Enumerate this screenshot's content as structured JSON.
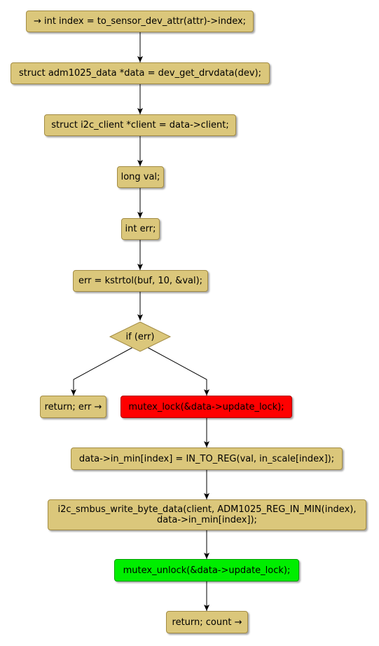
{
  "nodes": {
    "n1": "→ int index = to_sensor_dev_attr(attr)->index;",
    "n2": "struct adm1025_data *data = dev_get_drvdata(dev);",
    "n3": "struct i2c_client *client = data->client;",
    "n4": "long val;",
    "n5": "int err;",
    "n6": "err = kstrtol(buf, 10, &val);",
    "decision": "if (err)",
    "n7": "return; err →",
    "n8": "mutex_lock(&data->update_lock);",
    "n9": "data->in_min[index] = IN_TO_REG(val, in_scale[index]);",
    "n10_line1": "i2c_smbus_write_byte_data(client, ADM1025_REG_IN_MIN(index),",
    "n10_line2": "data->in_min[index]);",
    "n11": "mutex_unlock(&data->update_lock);",
    "n12": "return; count →"
  },
  "colors": {
    "node_fill": "#dbc77b",
    "node_border": "#a38c44",
    "lock_fill": "#ff0000",
    "unlock_fill": "#00ee00"
  }
}
